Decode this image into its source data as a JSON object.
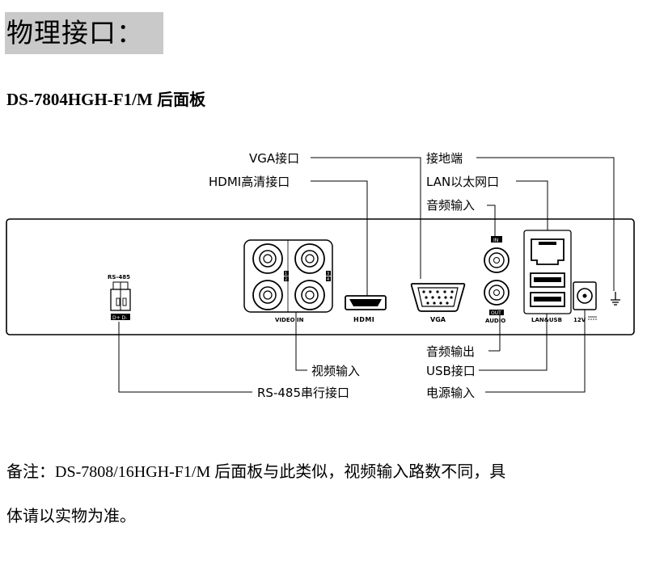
{
  "section_title": "物理接口：",
  "model_heading": {
    "model": "DS-7804HGH-F1/M",
    "suffix": "后面板"
  },
  "panel_labels": {
    "rs485_top": "RS-485",
    "rs485_bottom": "D+ D-",
    "video_in": "VIDEO IN",
    "hdmi": "HDMI",
    "vga": "VGA",
    "in": "IN",
    "out": "OUT",
    "audio": "AUDIO",
    "lan_usb": "LAN&USB",
    "power": "12V",
    "ch1": "1",
    "ch2": "2",
    "ch3": "3",
    "ch4": "4"
  },
  "callouts": {
    "vga": "VGA接口",
    "hdmi": "HDMI高清接口",
    "ground": "接地端",
    "lan": "LAN以太网口",
    "audio_in": "音频输入",
    "audio_out": "音频输出",
    "video_in": "视频输入",
    "usb": "USB接口",
    "rs485": "RS-485串行接口",
    "power": "电源输入"
  },
  "note": {
    "line1": "备注：DS-7808/16HGH-F1/M 后面板与此类似，视频输入路数不同，具",
    "line2": "体请以实物为准。"
  }
}
